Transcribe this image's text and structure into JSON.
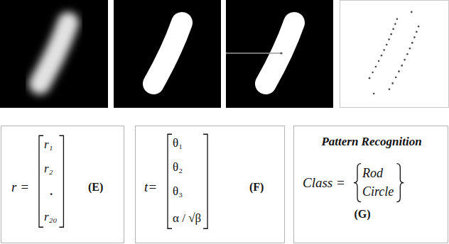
{
  "diagram": {
    "nodes": [
      {
        "text": [
          "r =",
          "r₁",
          "r₂",
          ".",
          "r₂₀",
          "(E)"
        ]
      },
      {
        "text": [
          "t=",
          "θ₁",
          "θ₂",
          "θ₃",
          "α / √β",
          "(F)"
        ]
      },
      {
        "text": [
          "Pattern Recognition",
          "Class =",
          "Rod",
          "Circle",
          "(G)"
        ]
      }
    ]
  }
}
